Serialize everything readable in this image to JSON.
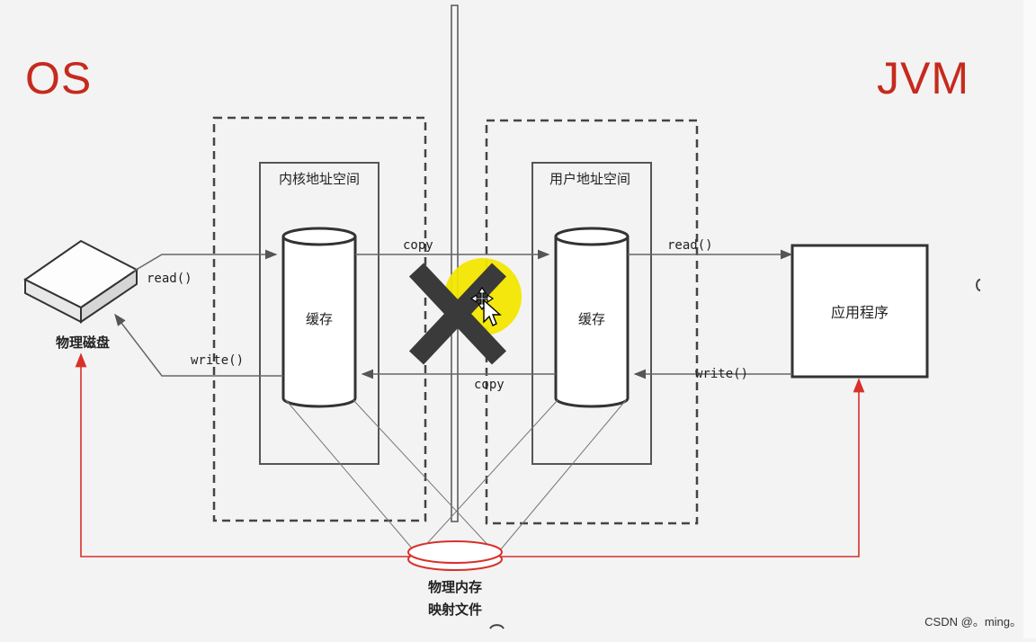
{
  "diagram": {
    "os_label": "OS",
    "jvm_label": "JVM",
    "kernel_space_label": "内核地址空间",
    "user_space_label": "用户地址空间",
    "kernel_cache_label": "缓存",
    "user_cache_label": "缓存",
    "disk_label": "物理磁盘",
    "app_label": "应用程序",
    "mapped_file_line1": "物理内存",
    "mapped_file_line2": "映射文件",
    "arrows": {
      "disk_read": "read()",
      "disk_write": "write()",
      "copy_top": "copy",
      "copy_bottom": "copy",
      "app_read": "read()",
      "app_write": "write()"
    }
  },
  "colors": {
    "os_jvm_text": "#c62a1e",
    "red_arrows": "#d9302a",
    "cross": "#3a3a3a",
    "highlight": "#f2e600",
    "dashed_border": "#444444"
  },
  "icons": {
    "cross_mark": "x-icon",
    "cursor": "move-cursor-icon"
  },
  "watermark": "CSDN @。ming。"
}
